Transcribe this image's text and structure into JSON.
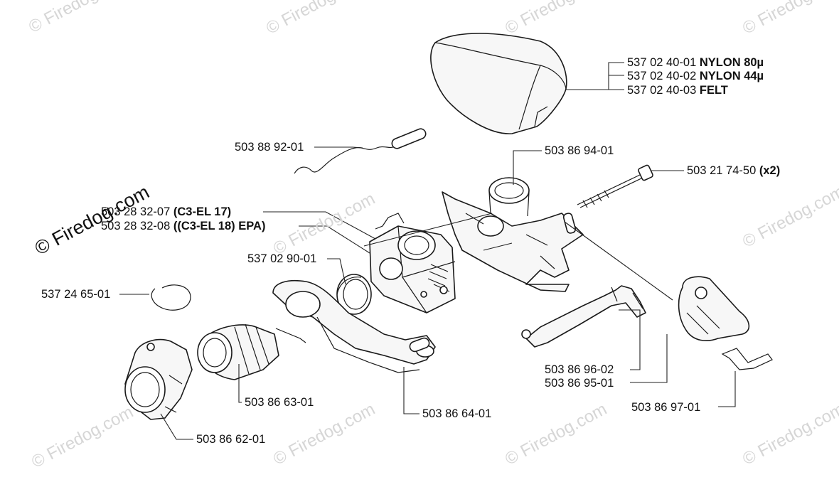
{
  "watermark": {
    "brand": "© Firedog.com",
    "faint": "© Firedog.com"
  },
  "parts": {
    "air_filter": [
      {
        "number": "537 02 40-01",
        "note": "NYLON 80µ"
      },
      {
        "number": "537 02 40-02",
        "note": "NYLON 44µ"
      },
      {
        "number": "537 02 40-03",
        "note": "FELT"
      }
    ],
    "choke_rod": {
      "number": "503 88 92-01"
    },
    "filter_holder": {
      "number": "503 86 94-01"
    },
    "bolt": {
      "number": "503 21 74-50",
      "note": "(x2)"
    },
    "carburetor": [
      {
        "number": "503 28 32-07",
        "note": "(C3-EL 17)"
      },
      {
        "number": "503 28 32-08",
        "note": "((C3-EL 18) EPA)"
      }
    ],
    "gasket_ring": {
      "number": "537 02 90-01"
    },
    "clamp_ring": {
      "number": "537 24 65-01"
    },
    "inlet_manifold": {
      "number": "503 86 63-01"
    },
    "intake_flange": {
      "number": "503 86 62-01"
    },
    "mounting_plate": {
      "number": "503 86 64-01"
    },
    "throttle_lever": [
      {
        "number": "503 86 96-02"
      },
      {
        "number": "503 86 95-01"
      }
    ],
    "choke_lever": {
      "number": "503 86 97-01"
    }
  }
}
